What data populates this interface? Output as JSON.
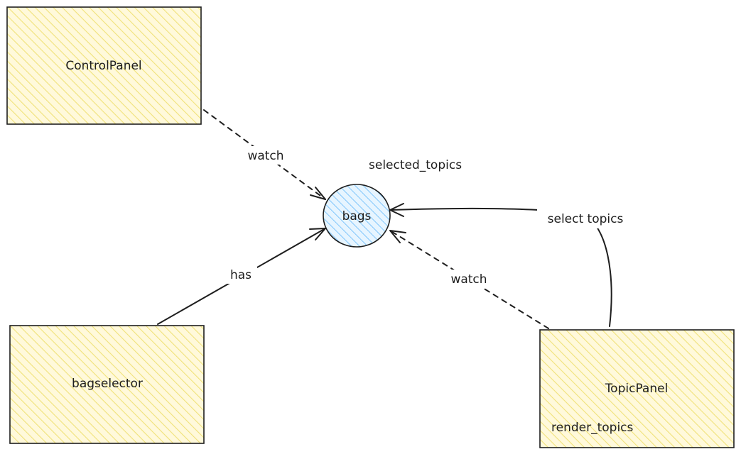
{
  "colors": {
    "stroke": "#1e1e1e",
    "component_fill": "#fff9db",
    "component_hatch": "#f0e27a",
    "state_fill": "#e7f5ff",
    "state_hatch": "#74c0fc"
  },
  "nodes": {
    "control_panel": {
      "label": "ControlPanel"
    },
    "bagselector": {
      "label": "bagselector"
    },
    "topic_panel": {
      "label": "TopicPanel",
      "sublabel": "render_topics"
    },
    "bags": {
      "label": "bags"
    }
  },
  "annotations": {
    "selected_topics": "selected_topics"
  },
  "edges": {
    "control_to_bags": {
      "label": "watch",
      "style": "dashed"
    },
    "bagselector_to_bags": {
      "label": "has",
      "style": "solid"
    },
    "topic_watch_bags": {
      "label": "watch",
      "style": "dashed"
    },
    "topic_select_bags": {
      "label": "select topics",
      "style": "solid"
    }
  }
}
